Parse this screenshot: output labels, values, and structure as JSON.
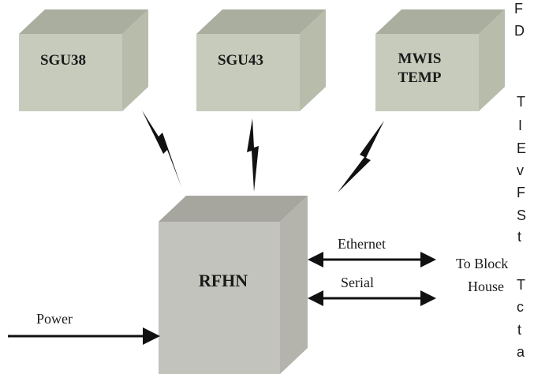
{
  "nodes": {
    "sgu38": {
      "label": "SGU38"
    },
    "sgu43": {
      "label": "SGU43"
    },
    "mwis": {
      "label_line1": "MWIS",
      "label_line2": "TEMP"
    },
    "rfhn": {
      "label": "RFHN"
    }
  },
  "links": {
    "ethernet": "Ethernet",
    "serial": "Serial",
    "power": "Power"
  },
  "destination": {
    "line1": "To Block",
    "line2": "House"
  },
  "colors": {
    "box_front": "#c6cbbc",
    "box_top": "#a9ae9f",
    "box_side": "#b7bcab",
    "rfhn_front": "#c3c3bd",
    "rfhn_top": "#a6a69f",
    "rfhn_side": "#b4b4ad",
    "line": "#111111"
  },
  "clipped_edge_text": [
    "F",
    "D",
    "T",
    "I",
    "E",
    "v",
    "F",
    "S",
    "t",
    "T",
    "c",
    "t",
    "a"
  ]
}
